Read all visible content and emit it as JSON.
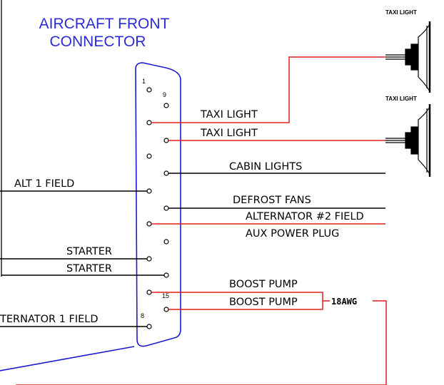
{
  "title": {
    "line1": "AIRCRAFT FRONT",
    "line2": "CONNECTOR"
  },
  "lamps": {
    "top_label": "TAXI LIGHT",
    "bottom_label": "TAXI LIGHT"
  },
  "pins": {
    "p1": "1",
    "p9": "9",
    "p15": "15",
    "p8": "8"
  },
  "wires": {
    "taxi_1": "TAXI LIGHT",
    "taxi_2": "TAXI LIGHT",
    "cabin": "CABIN LIGHTS",
    "alt1": "ALT 1 FIELD",
    "defrost": "DEFROST FANS",
    "alt2": "ALTERNATOR #2 FIELD",
    "aux": "AUX POWER PLUG",
    "starter_1": "STARTER",
    "starter_2": "STARTER",
    "boost_1": "BOOST PUMP",
    "boost_2": "BOOST PUMP",
    "alt1_field": "TERNATOR 1 FIELD",
    "gauge": "18AWG"
  },
  "colors": {
    "red_wire": "#e02020",
    "black_wire": "#000000",
    "connector": "#1a1ad0",
    "title": "#2b2bd6"
  }
}
